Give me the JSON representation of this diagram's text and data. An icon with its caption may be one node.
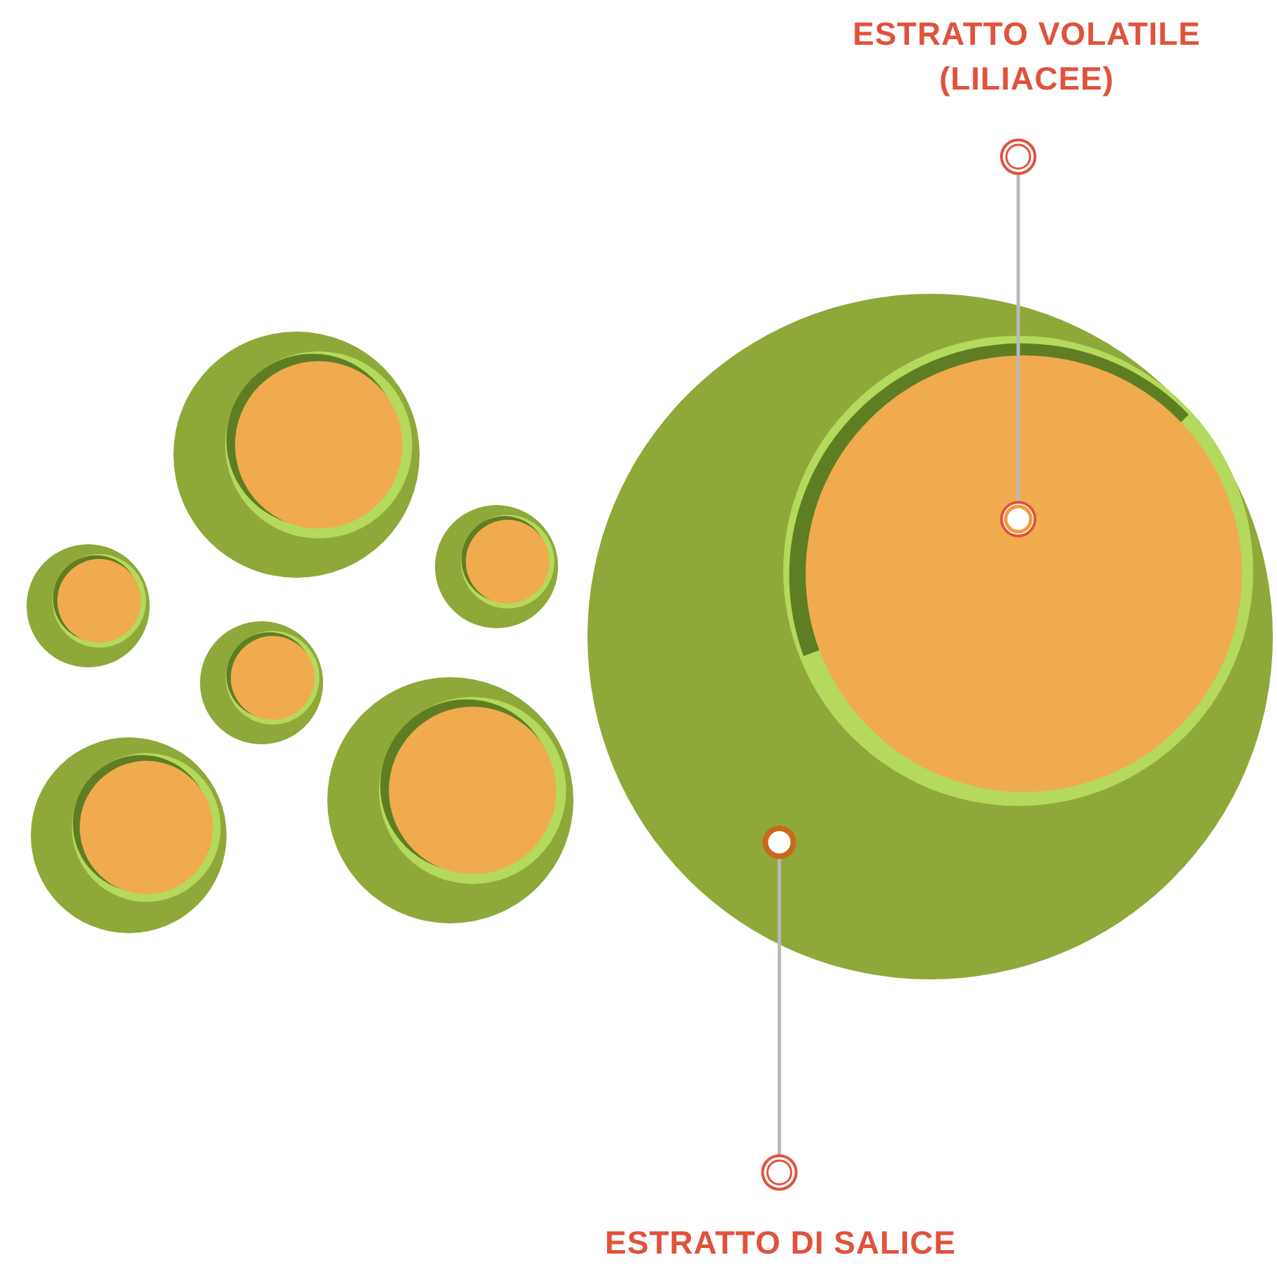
{
  "diagram": {
    "nodes": [
      {
        "text": [
          "ESTRATTO VOLATILE (LILIACEE)"
        ]
      },
      {
        "text": [],
        "shape": "circle"
      },
      {
        "text": [],
        "shape": "circle",
        "in": 1
      },
      {
        "text": [
          "ESTRATTO DI SALICE"
        ]
      }
    ],
    "edges": [
      {
        "from": 0,
        "to": 2,
        "arrow": "other"
      },
      {
        "from": 3,
        "to": 1,
        "arrow": "other"
      }
    ]
  }
}
